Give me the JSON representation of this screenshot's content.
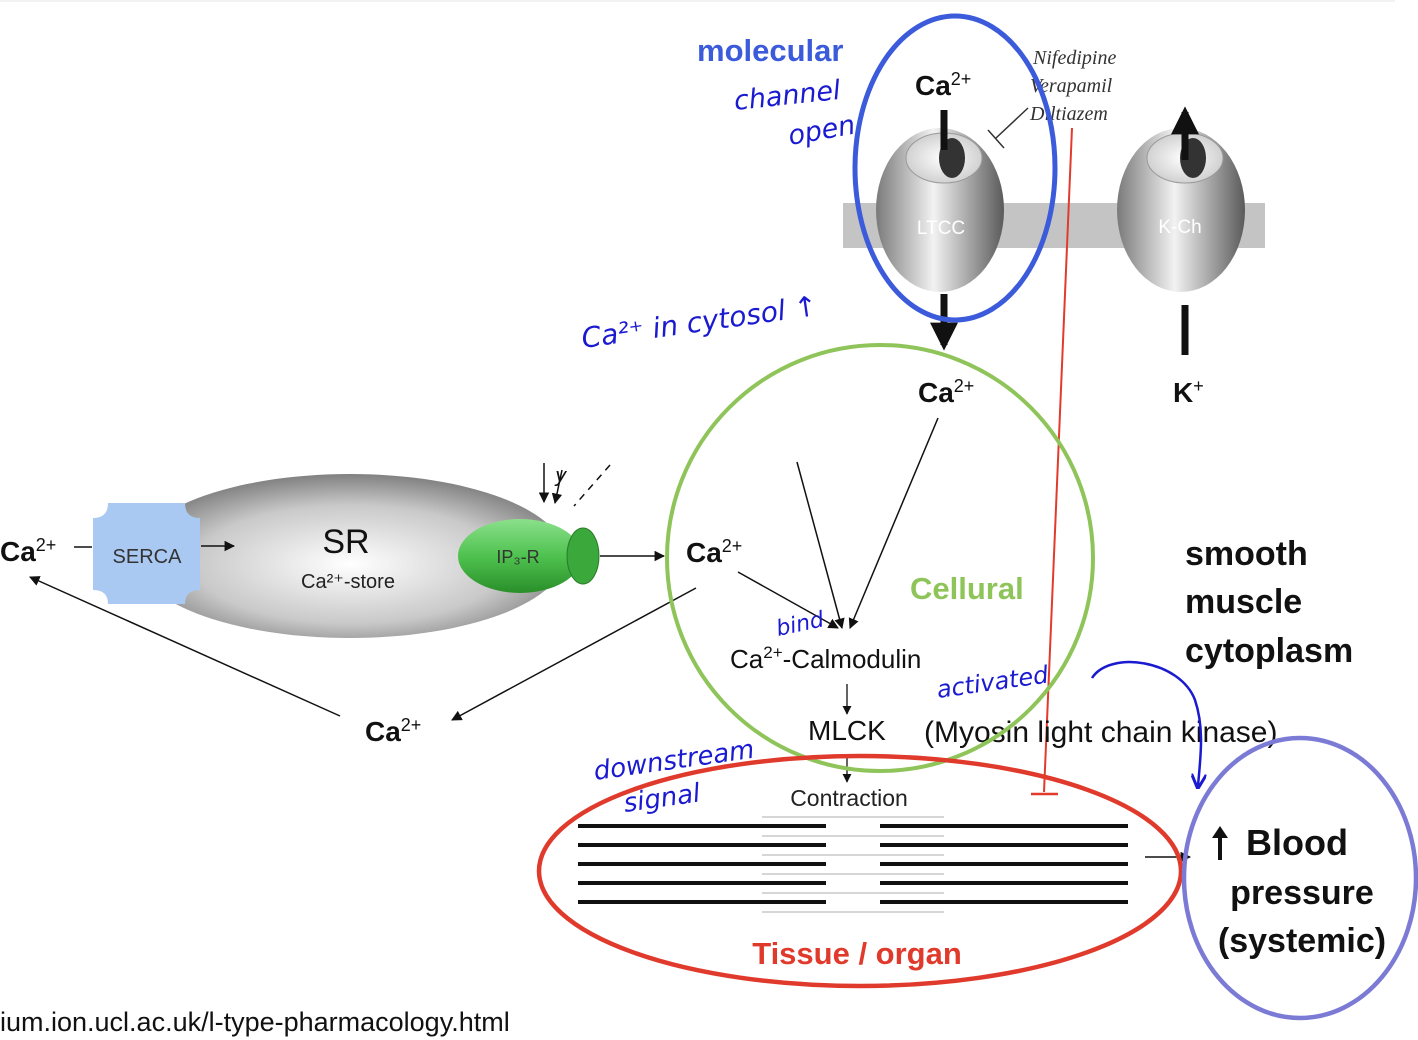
{
  "labels": {
    "molecular": "molecular",
    "cellular": "Cellural",
    "tissue": "Tissue / organ",
    "systemic_line1": "Blood",
    "systemic_line2": "pressure",
    "systemic_line3": "(systemic)",
    "smooth_line1": "smooth",
    "smooth_line2": "muscle",
    "smooth_line3": "cytoplasm",
    "ca_base": "Ca",
    "ca_sup": "2+",
    "k_base": "K",
    "k_sup": "+",
    "ltcc": "LTCC",
    "kch": "K-Ch",
    "sr": "SR",
    "sr_store": "Ca²⁺-store",
    "serca": "SERCA",
    "ip3r": "IP₃-R",
    "calmodulin": "-Calmodulin",
    "mlck": "MLCK",
    "mlck_full": "(Myosin light chain kinase)",
    "contraction": "Contraction",
    "drug1": "Nifedipine",
    "drug2": "Verapamil",
    "drug3": "Diltiazem",
    "source": "ium.ion.ucl.ac.uk/l-type-pharmacology.html"
  },
  "annotations": {
    "channel_line1": "channel",
    "channel_line2": "open",
    "ca_cytosol": "Ca²⁺ in cytosol ↑",
    "bind": "bind",
    "activated": "activated",
    "downstream_line1": "downstream",
    "downstream_line2": "signal",
    "ip3_mark": "y"
  },
  "colors": {
    "molecular": "#3b5bdb",
    "cellular": "#8fc45a",
    "tissue": "#e03a2c",
    "systemic": "#7b7bd6",
    "ink": "#1a1ad0",
    "inhibitor": "#e23b2b",
    "serca": "#a9c9f2",
    "ip3r": "#4fc24f"
  }
}
